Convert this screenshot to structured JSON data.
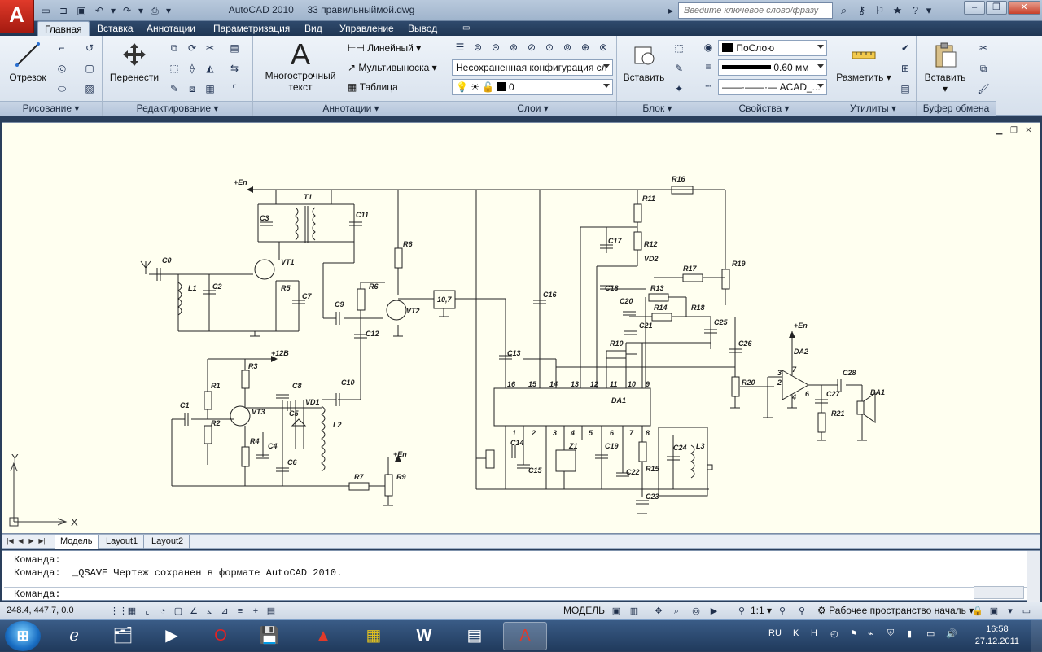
{
  "window": {
    "app_logo": "A",
    "title_app": "AutoCAD 2010",
    "title_file": "33 правильныймой.dwg",
    "search_placeholder": "Введите ключевое слово/фразу"
  },
  "tabs": [
    {
      "label": "Главная",
      "active": true
    },
    {
      "label": "Вставка",
      "active": false
    },
    {
      "label": "Аннотации",
      "active": false
    },
    {
      "label": "Параметризация",
      "active": false
    },
    {
      "label": "Вид",
      "active": false
    },
    {
      "label": "Управление",
      "active": false
    },
    {
      "label": "Вывод",
      "active": false
    }
  ],
  "ribbon": {
    "draw": {
      "title": "Рисование",
      "line_label": "Отрезок"
    },
    "modify": {
      "title": "Редактирование",
      "move_label": "Перенести"
    },
    "annotation": {
      "title": "Аннотации",
      "mtext_label1": "Многострочный",
      "mtext_label2": "текст",
      "dim_linear": "Линейный",
      "multileader": "Мультивыноска",
      "table": "Таблица"
    },
    "layers": {
      "title": "Слои",
      "config": "Несохраненная конфигурация сл",
      "current_layer": "0"
    },
    "block": {
      "title": "Блок",
      "insert_label": "Вставить"
    },
    "properties": {
      "title": "Свойства",
      "color": "ПоСлою",
      "lineweight": "0.60 мм",
      "linetype": "ACAD_..."
    },
    "utilities": {
      "title": "Утилиты",
      "measure_label": "Разметить"
    },
    "clipboard": {
      "title": "Буфер обмена",
      "paste_label": "Вставить"
    }
  },
  "drawing": {
    "labels": [
      "+En",
      "T1",
      "C3",
      "C11",
      "R16",
      "R11",
      "C17",
      "R12",
      "VD2",
      "R6",
      "R17",
      "R19",
      "C0",
      "VT1",
      "L1",
      "C2",
      "R5",
      "C7",
      "R6",
      "C9",
      "VT2",
      "10,7",
      "C16",
      "C18",
      "R13",
      "C20",
      "R14",
      "R18",
      "C21",
      "C25",
      "R10",
      "C26",
      "+En",
      "C12",
      "C13",
      "DA2",
      "+12В",
      "R3",
      "C8",
      "C10",
      "R1",
      "VT3",
      "C5",
      "VD1",
      "C1",
      "R2",
      "L2",
      "R4",
      "C4",
      "C6",
      "R7",
      "R9",
      "+En",
      "C14",
      "Z1",
      "C19",
      "C24",
      "L3",
      "C15",
      "C22",
      "R15",
      "C23",
      "DA1",
      "R20",
      "C28",
      "BA1",
      "C27",
      "R21"
    ],
    "pins_top": [
      "16",
      "15",
      "14",
      "13",
      "12",
      "11",
      "10",
      "9"
    ],
    "pins_bottom": [
      "1",
      "2",
      "3",
      "4",
      "5",
      "6",
      "7",
      "8"
    ],
    "da2_pins": [
      "3",
      "2",
      "7",
      "6",
      "4"
    ],
    "axis_y": "Y",
    "axis_x": "X"
  },
  "layouts": [
    {
      "label": "Модель",
      "active": true
    },
    {
      "label": "Layout1",
      "active": false
    },
    {
      "label": "Layout2",
      "active": false
    }
  ],
  "command": {
    "line1": "Команда:",
    "line2": "Команда:  _QSAVE Чертеж сохранен в формате AutoCAD 2010.",
    "prompt": "Команда:"
  },
  "status": {
    "coords": "248.4, 447.7, 0.0",
    "model": "МОДЕЛЬ",
    "scale": "1:1",
    "workspace": "Рабочее пространство началь"
  },
  "taskbar": {
    "lang": "RU",
    "time": "16:58",
    "date": "27.12.2011"
  }
}
